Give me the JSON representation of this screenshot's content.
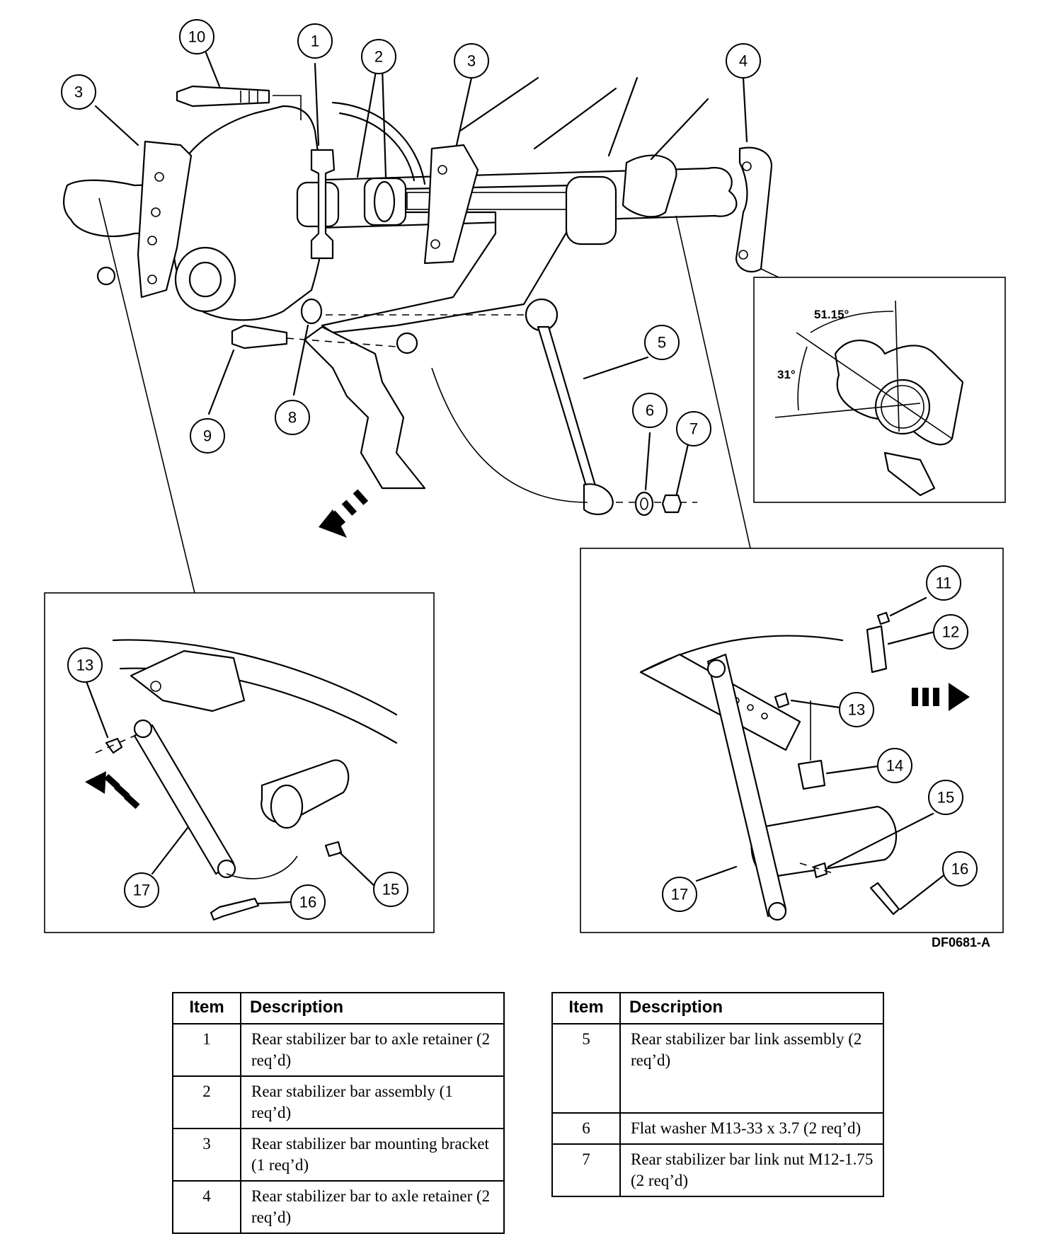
{
  "figure_code": "DF0681-A",
  "callouts": {
    "c1": "1",
    "c2": "2",
    "c3a": "3",
    "c3b": "3",
    "c4": "4",
    "c5": "5",
    "c6": "6",
    "c7": "7",
    "c8": "8",
    "c9": "9",
    "c10": "10",
    "c11": "11",
    "c12": "12",
    "c13a": "13",
    "c13b": "13",
    "c14": "14",
    "c15a": "15",
    "c15b": "15",
    "c16a": "16",
    "c16b": "16",
    "c17a": "17",
    "c17b": "17"
  },
  "angles": {
    "a1": "51.15°",
    "a2": "31°"
  },
  "table_left": {
    "headers": {
      "item": "Item",
      "description": "Description"
    },
    "rows": [
      {
        "item": "1",
        "description": "Rear stabilizer bar to axle retainer (2 req’d)"
      },
      {
        "item": "2",
        "description": "Rear stabilizer bar assembly (1 req’d)"
      },
      {
        "item": "3",
        "description": "Rear stabilizer bar mounting bracket (1 req’d)"
      },
      {
        "item": "4",
        "description": "Rear stabilizer bar to axle retainer (2 req’d)"
      }
    ]
  },
  "table_right": {
    "headers": {
      "item": "Item",
      "description": "Description"
    },
    "rows": [
      {
        "item": "5",
        "description": "Rear stabilizer bar link assembly (2 req’d)"
      },
      {
        "item": "6",
        "description": "Flat washer M13-33 x 3.7 (2 req’d)"
      },
      {
        "item": "7",
        "description": "Rear stabilizer bar link nut M12-1.75 (2 req’d)"
      }
    ]
  }
}
